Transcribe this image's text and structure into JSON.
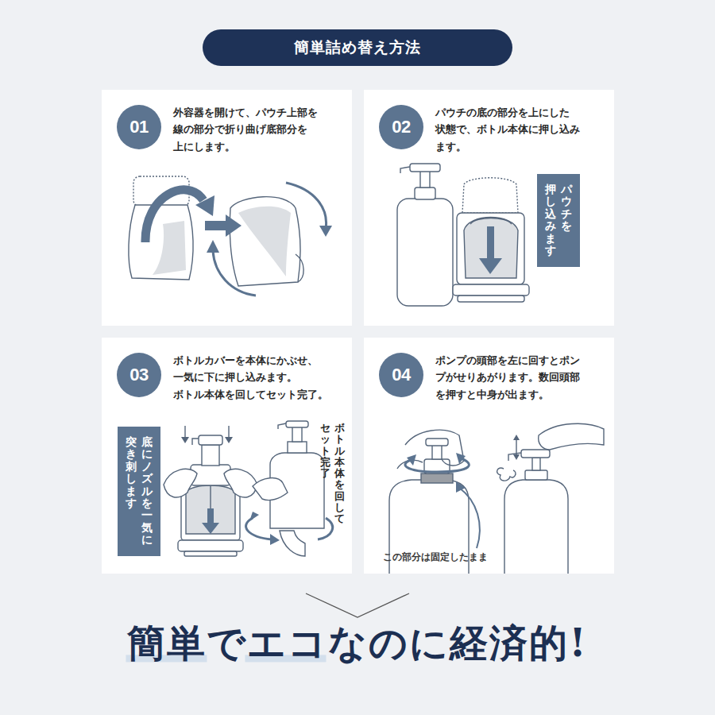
{
  "diagram": {
    "title": "簡単詰め替え方法",
    "nodes": [
      {
        "text": [
          "外容器を開けて、パウチ上部を 線の部分で折り曲げ底部分を 上にします。"
        ]
      },
      {
        "text": [
          "01"
        ],
        "in": 0
      },
      {
        "text": [
          "パウチの底の部分を上にした 状態で、ボトル本体に押し込み ます。"
        ]
      },
      {
        "text": [
          "02"
        ],
        "in": 2
      },
      {
        "text": [
          "パウチを",
          "押し込みます"
        ],
        "in": 2
      },
      {
        "text": [
          "ボトルカバーを本体にかぶせ、 一気に下に押し込みます。 ボトル本体を回してセット完了。"
        ]
      },
      {
        "text": [
          "03"
        ],
        "in": 5
      },
      {
        "text": [
          "底にノズルを一気に",
          "突き刺します"
        ],
        "in": 5
      },
      {
        "text": [
          "ポンプの頭部を左に回すとポン プがせりあがります。数回頭部 を押すと中身が出ます。"
        ]
      },
      {
        "text": [
          "04"
        ],
        "in": 8
      }
    ],
    "labels": [
      "ボトル本体を回して",
      "セット完了",
      "この部分は固定したまま",
      "簡単でエコなのに経済的!"
    ]
  }
}
